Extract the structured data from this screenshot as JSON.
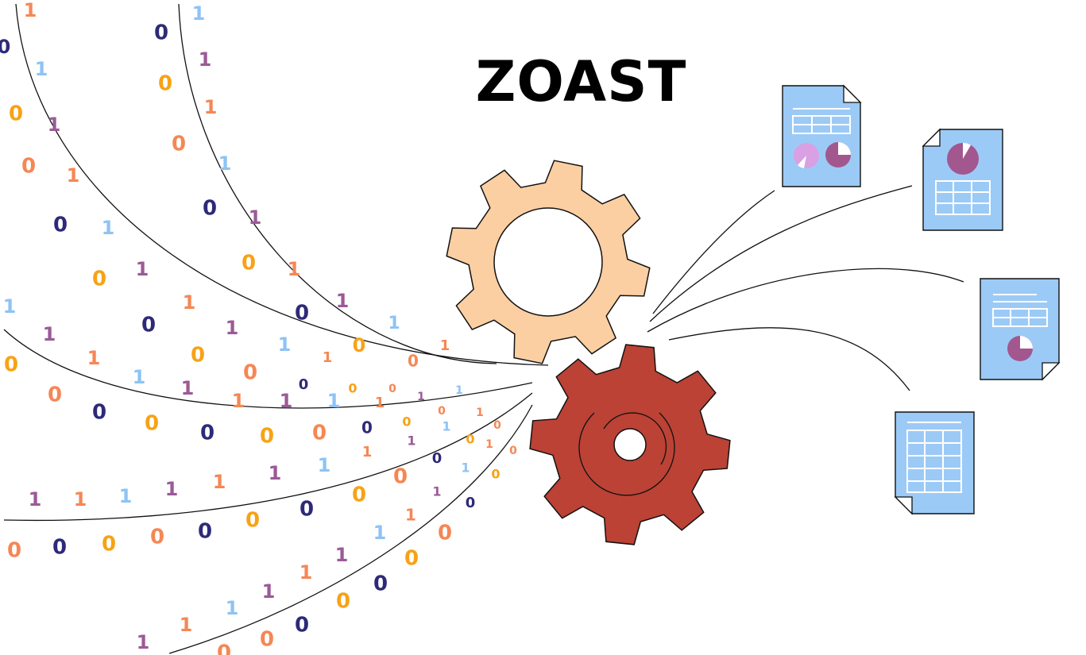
{
  "title": "ZOAST",
  "colors": {
    "orange": "#f58755",
    "yellow": "#f7a216",
    "navy": "#2e2a78",
    "lightblue": "#8ec3f4",
    "purple": "#9b5a97",
    "gear_top": "#fbcfa2",
    "gear_bottom": "#bb4235",
    "document": "#9ccaf6",
    "chart_pink": "#d9a0e3",
    "chart_purple": "#a2578f"
  },
  "digits": {
    "zero": "0",
    "one": "1"
  },
  "icons": {
    "gear_top": "gear-icon",
    "gear_bottom": "gear-icon",
    "documents": [
      "table-pie-document-icon",
      "pie-table-document-icon",
      "text-pie-document-icon",
      "table-document-icon"
    ]
  }
}
